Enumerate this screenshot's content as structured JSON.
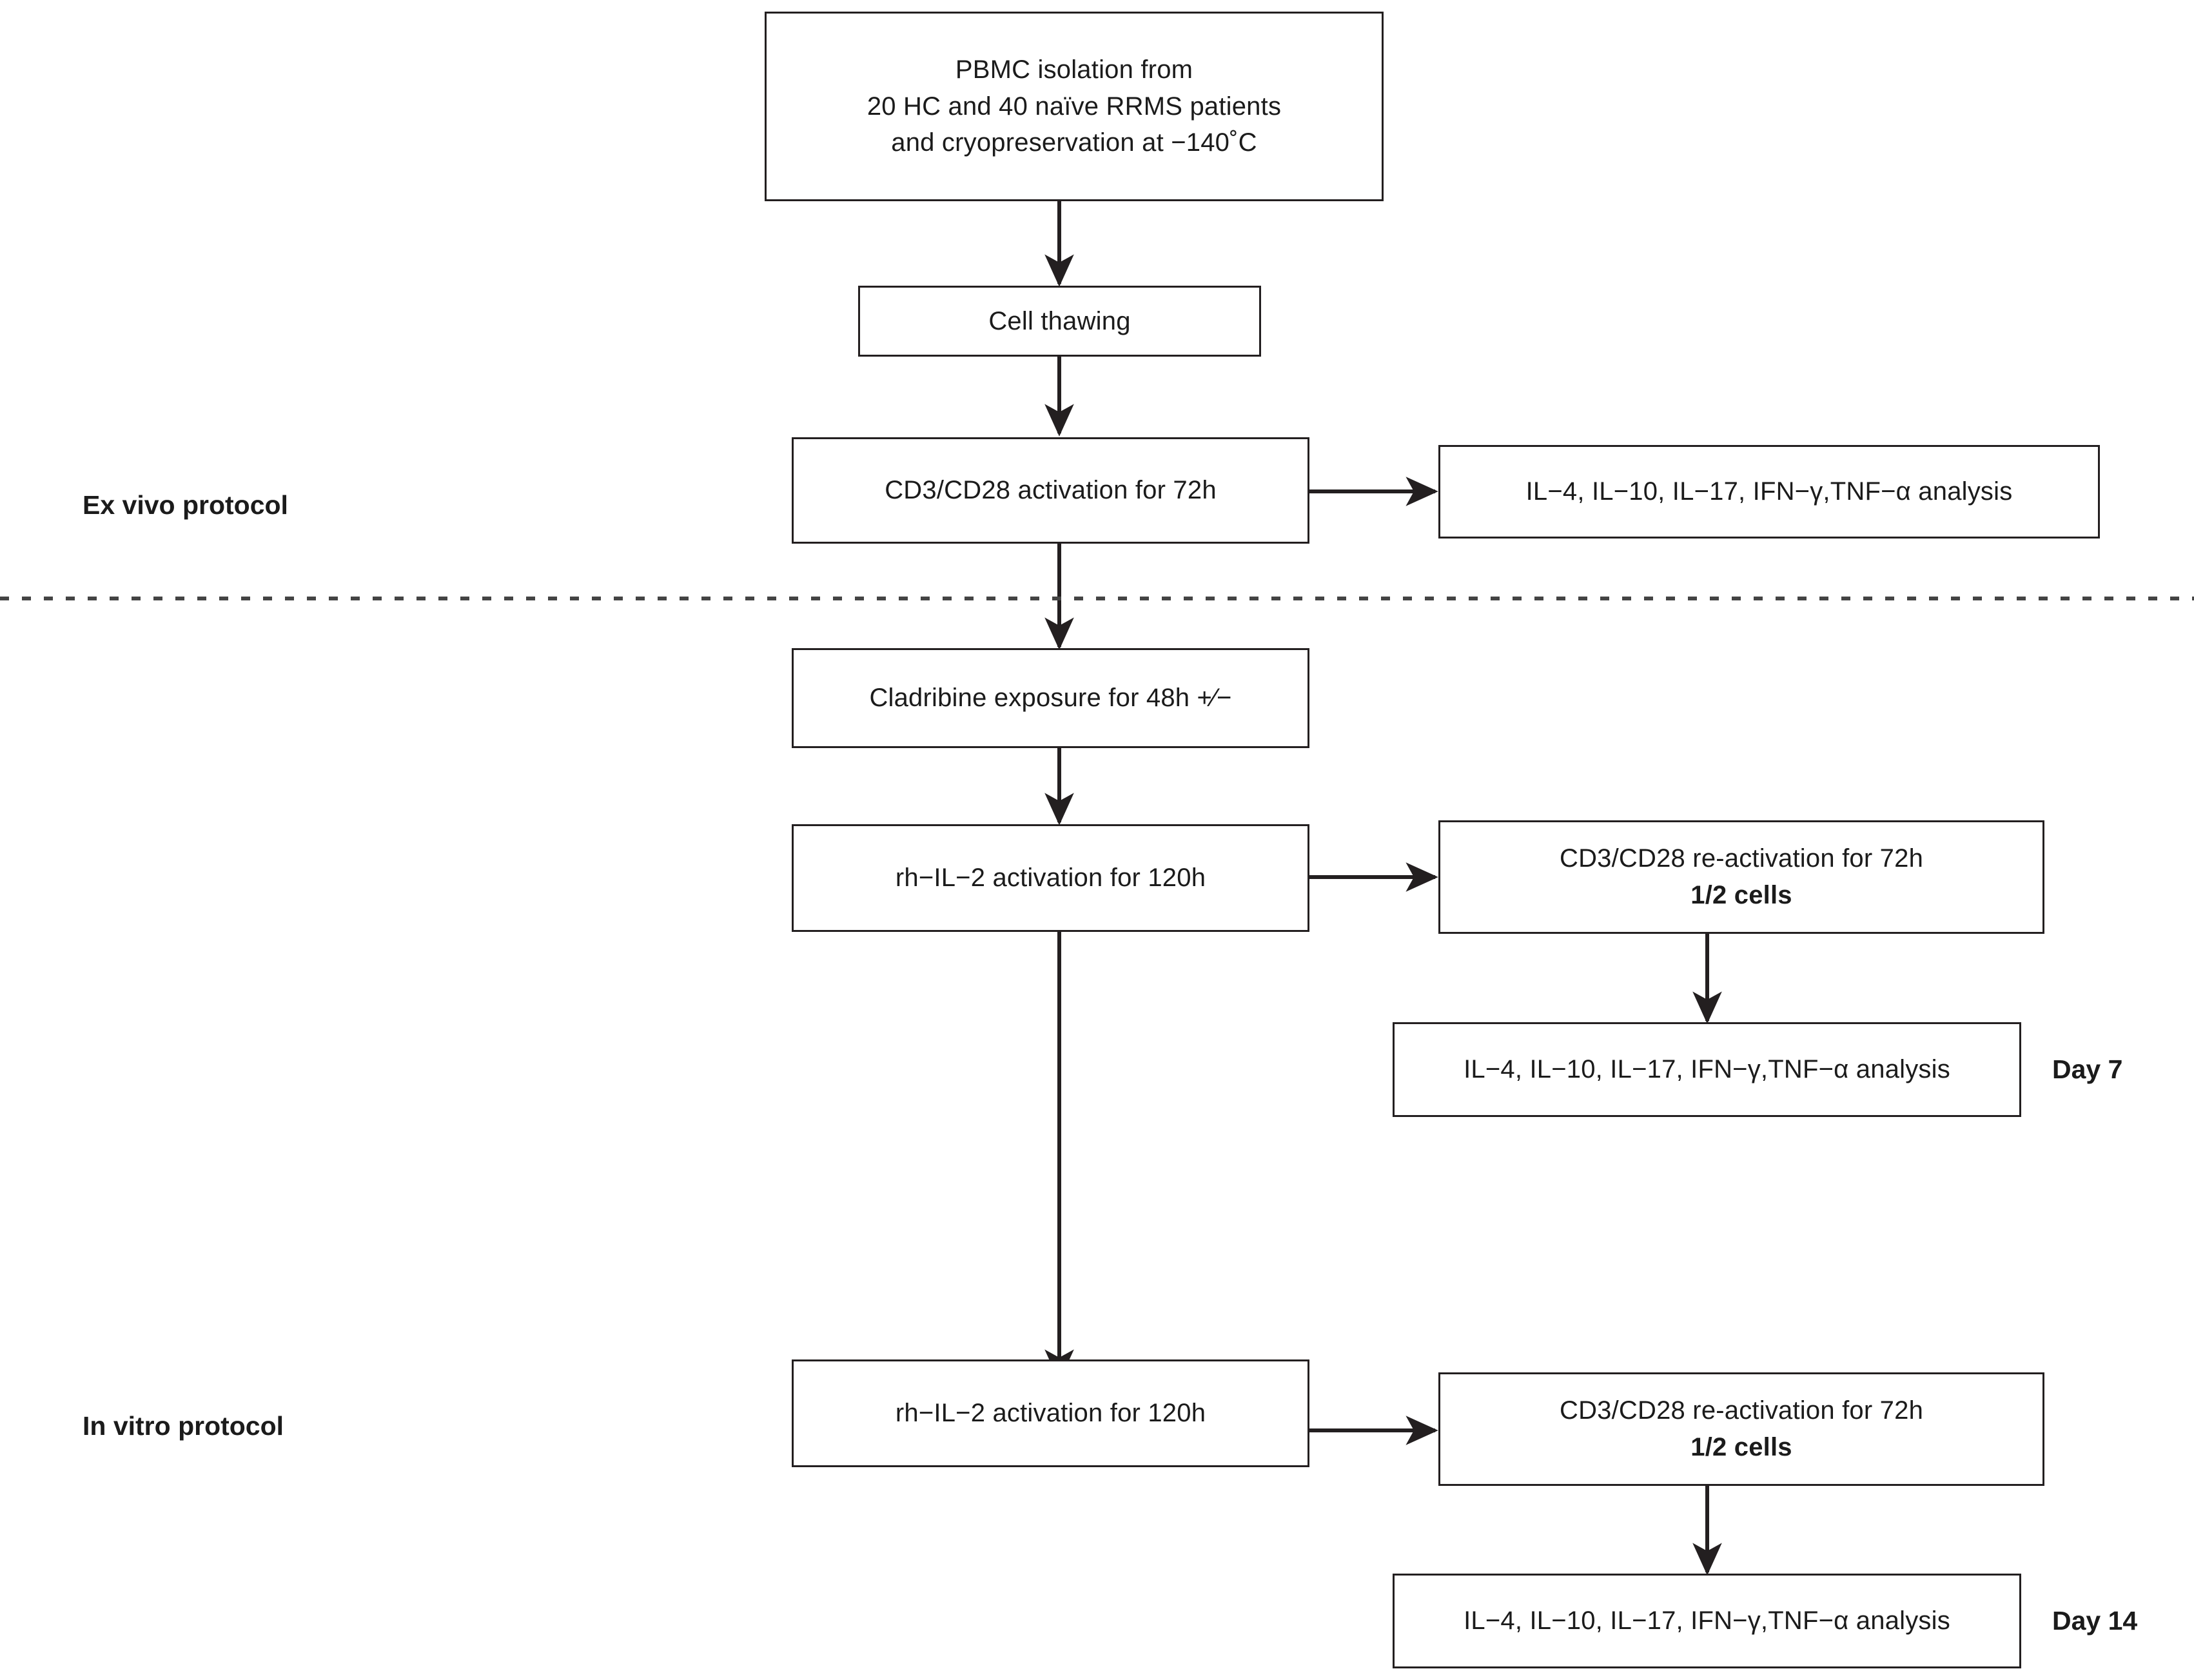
{
  "diagram": {
    "title_absent": true,
    "sections": [
      {
        "id": "ex-vivo",
        "label": "Ex vivo protocol"
      },
      {
        "id": "in-vitro",
        "label": "In vitro protocol"
      }
    ],
    "divider": {
      "style": "dashed",
      "color": "#444444"
    },
    "nodes": [
      {
        "id": "pbmc-isolation",
        "lines": [
          "PBMC isolation from",
          "20 HC and 40  naïve RRMS patients",
          "and cryopreservation at −140˚C"
        ],
        "bold_lines": []
      },
      {
        "id": "cell-thawing",
        "lines": [
          "Cell thawing"
        ],
        "bold_lines": []
      },
      {
        "id": "cd3-cd28-activation",
        "lines": [
          "CD3/CD28 activation for 72h"
        ],
        "bold_lines": []
      },
      {
        "id": "cytokine-analysis-exvivo",
        "lines": [
          "IL−4, IL−10, IL−17, IFN−γ,TNF−α analysis"
        ],
        "bold_lines": []
      },
      {
        "id": "cladribine-exposure",
        "lines": [
          "Cladribine exposure for 48h +∕−"
        ],
        "bold_lines": []
      },
      {
        "id": "rhil2-activation-day7",
        "lines": [
          "rh−IL−2 activation for 120h"
        ],
        "bold_lines": []
      },
      {
        "id": "cd3-cd28-reactivation-day7",
        "lines": [
          "CD3/CD28 re-activation for 72h",
          "1/2 cells"
        ],
        "bold_lines": [
          "1/2 cells"
        ]
      },
      {
        "id": "cytokine-analysis-day7",
        "lines": [
          "IL−4, IL−10, IL−17, IFN−γ,TNF−α analysis"
        ],
        "bold_lines": []
      },
      {
        "id": "rhil2-activation-day14",
        "lines": [
          "rh−IL−2 activation for 120h"
        ],
        "bold_lines": []
      },
      {
        "id": "cd3-cd28-reactivation-day14",
        "lines": [
          "CD3/CD28 re-activation for 72h",
          "1/2 cells"
        ],
        "bold_lines": [
          "1/2 cells"
        ]
      },
      {
        "id": "cytokine-analysis-day14",
        "lines": [
          "IL−4, IL−10, IL−17, IFN−γ,TNF−α analysis"
        ],
        "bold_lines": []
      }
    ],
    "timepoints": [
      {
        "id": "day-7",
        "label": "Day 7"
      },
      {
        "id": "day-14",
        "label": "Day 14"
      }
    ]
  }
}
